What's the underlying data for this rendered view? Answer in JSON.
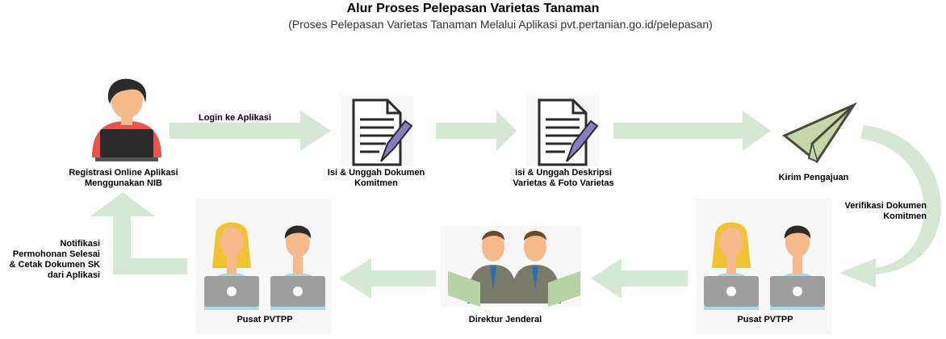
{
  "title": "Alur Proses Pelepasan Varietas Tanaman",
  "subtitle": "(Proses Pelepasan Varietas Tanaman Melalui Aplikasi pvt.pertanian.go.id/pelepasan)",
  "steps": {
    "registrasi": "Registrasi  Online Aplikasi\nMenggunakan NIB",
    "isi_komitmen": "Isi & Unggah Dokumen\nKomitmen",
    "isi_deskripsi": "isi & Unggah Deskripsi\nVarietas & Foto Varietas",
    "kirim": "Kirim Pengajuan",
    "pusat_right": "Pusat PVTPP",
    "direktur": "Direktur Jenderal",
    "pusat_left": "Pusat PVTPP"
  },
  "arrows": {
    "login": "Login ke Aplikasi",
    "verifikasi": "Verifikasi Dokumen\nKomitmen",
    "notifikasi": "Notifikasi\nPermohonan Selesai\n& Cetak Dokumen SK\ndari Aplikasi"
  },
  "colors": {
    "arrow": "#d5e8d4",
    "screen": "#a8dbe8",
    "skin": "#f5b98a",
    "hair_dark": "#2b2b2b",
    "hair_blond": "#f1c232",
    "shirt_red": "#e8544e",
    "laptop": "#9e9e9e",
    "doc_stroke": "#2b2b2b",
    "pen": "#8e7cc3",
    "plane": "#c5d6a8",
    "suit": "#7a7a6a"
  },
  "icons": [
    "user-laptop-icon",
    "document-edit-icon",
    "document-edit-icon",
    "paper-plane-icon",
    "staff-pair-icon",
    "director-pair-icon",
    "staff-pair-icon"
  ]
}
